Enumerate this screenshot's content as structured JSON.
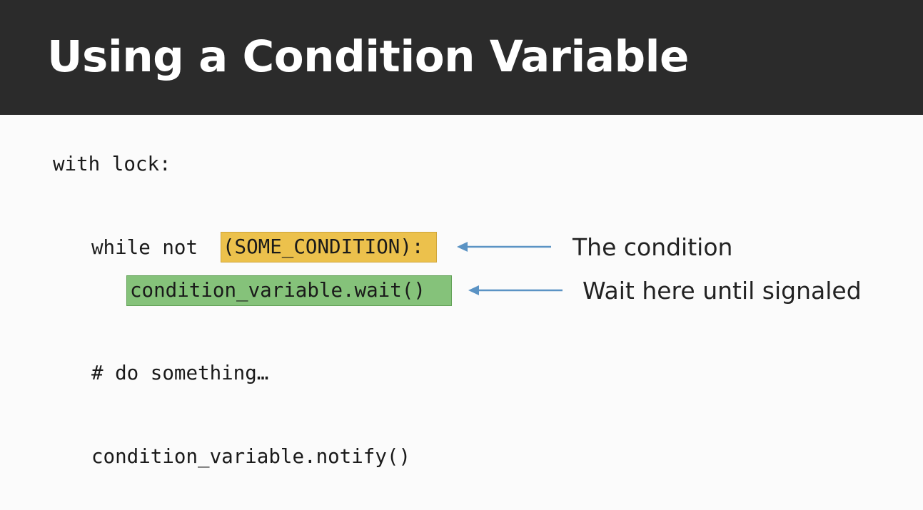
{
  "header": {
    "title": "Using a Condition Variable"
  },
  "code": {
    "line_with": "with lock:",
    "line_while_prefix": "while not ",
    "line_while_condition": "(SOME_CONDITION):",
    "line_wait": "condition_variable.wait()",
    "line_comment": "# do something…",
    "line_notify": "condition_variable.notify()"
  },
  "annotations": {
    "condition_label": "The condition",
    "wait_label": "Wait here until signaled"
  },
  "colors": {
    "header_background": "#2b2b2b",
    "condition_highlight": "#ecc14c",
    "wait_highlight": "#85c27a",
    "arrow": "#5b93c4"
  }
}
